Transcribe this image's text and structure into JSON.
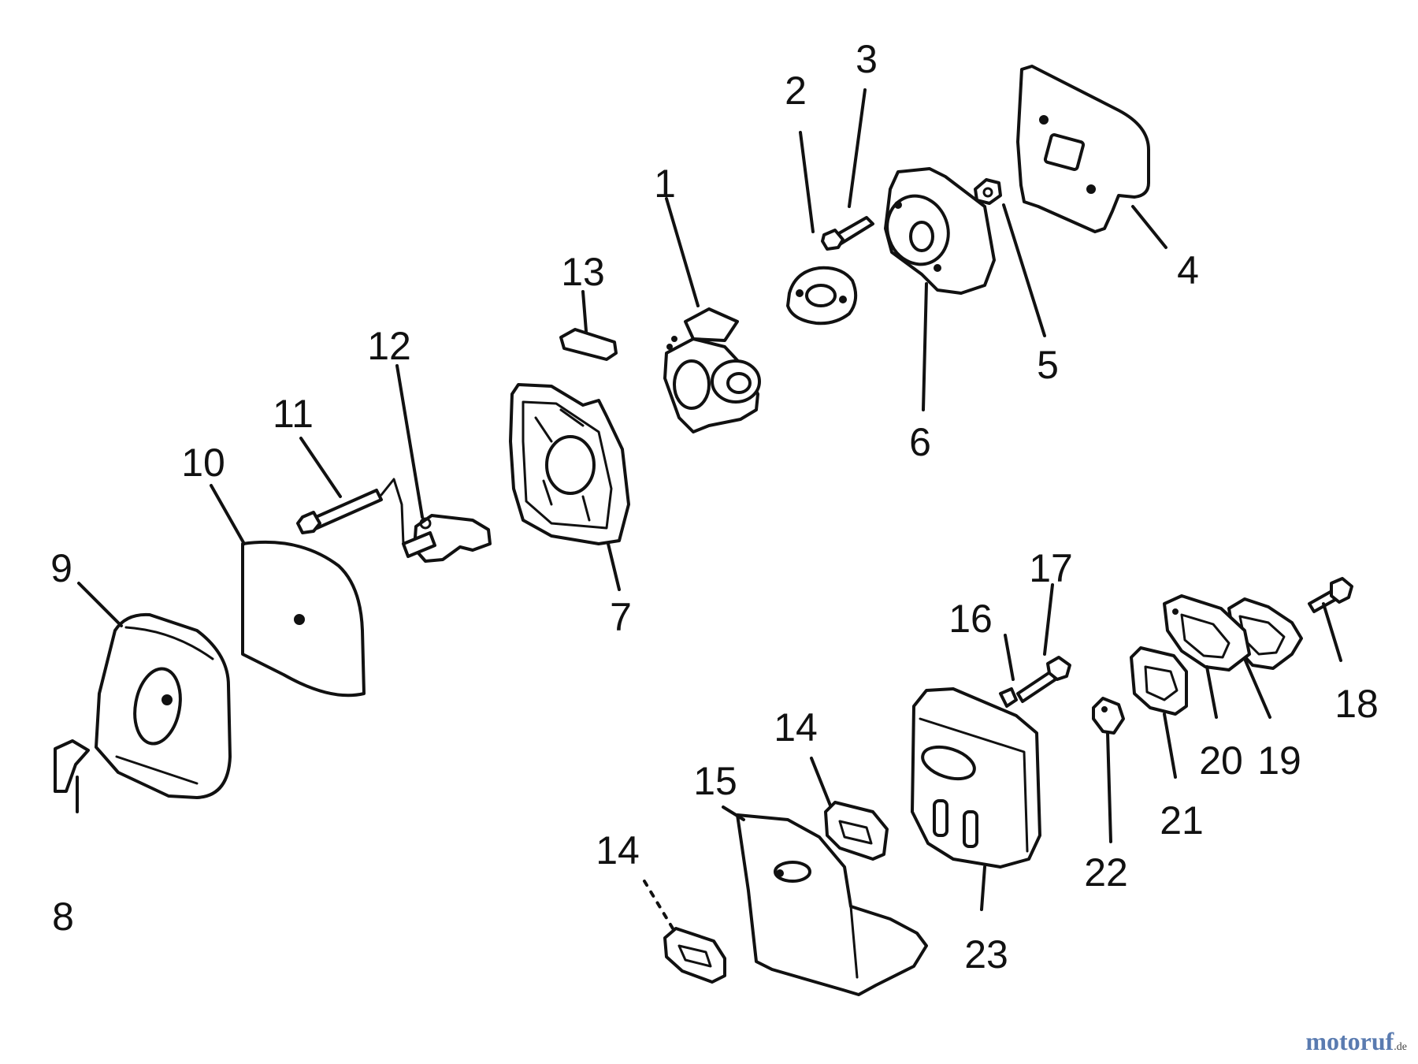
{
  "labels": {
    "p1": "1",
    "p2": "2",
    "p3": "3",
    "p4": "4",
    "p5": "5",
    "p6": "6",
    "p7": "7",
    "p8": "8",
    "p9": "9",
    "p10": "10",
    "p11": "11",
    "p12": "12",
    "p13": "13",
    "p14a": "14",
    "p14b": "14",
    "p15": "15",
    "p16": "16",
    "p17": "17",
    "p18": "18",
    "p19": "19",
    "p20": "20",
    "p21": "21",
    "p22": "22",
    "p23": "23"
  },
  "watermark": {
    "brand": "motoruf",
    "tld": ".de",
    "color": "#5a7bb0"
  }
}
